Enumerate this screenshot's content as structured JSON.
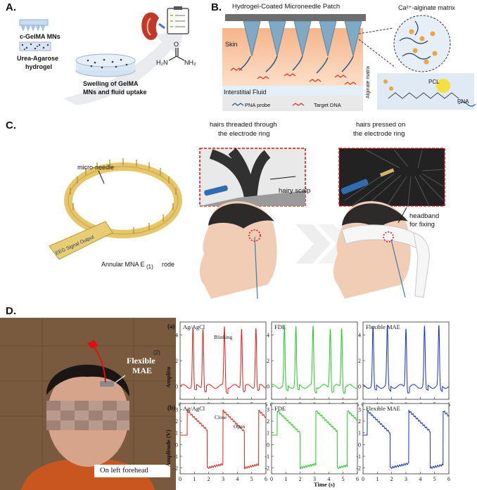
{
  "panelA": {
    "letter": "A.",
    "mn_label": "c-GelMA MNs",
    "hydrogel_label_1": "Urea-Agarose",
    "hydrogel_label_2": "hydrogel",
    "swelling_label_1": "Swelling of GelMA",
    "swelling_label_2": "MNs and fluid uptake",
    "urea_h2n": "H₂N",
    "urea_nh2": "NH₂",
    "urea_o": "O"
  },
  "panelB": {
    "letter": "B.",
    "title": "Hydrogel-Coated Microneedle Patch",
    "skin": "Skin",
    "interstitial": "Interstitial Fluid",
    "matrix_title": "Ca²⁺-alginate matrix",
    "alginate_matrix": "Alginate matrix",
    "pcl": "PCL",
    "pna": "PNA",
    "legend_probe": "PNA probe",
    "legend_target": "Target DNA"
  },
  "panelC": {
    "letter": "C.",
    "micro_needle": "micro-needle",
    "eeg_signal": "EEG Signal Output",
    "annular_left": "Annular MNA E",
    "annular_marker": "(1)",
    "annular_right": "rode",
    "threaded_1": "hairs threaded through",
    "threaded_2": "the electrode ring",
    "pressed_1": "hairs pressed on",
    "pressed_2": "the electrode ring",
    "hairy_scalp": "hairy scalp",
    "headband_1": "headband",
    "headband_2": "for fixing"
  },
  "panelD": {
    "letter": "D.",
    "flexible": "Flexible",
    "mae": "MAE",
    "marker2": "(2)",
    "on_forehead": "On left forehead",
    "row_a": "(a)",
    "row_b": "(b)",
    "ylabel": "Amplitude (V)",
    "ylabel_top": "Amplitu",
    "xlabel": "Time (s)",
    "titles": [
      "Ag/AgCl",
      "FDE",
      "Flexible MAE"
    ],
    "blinking": "Blinking",
    "close": "Close",
    "open": "Open",
    "colors": {
      "agagcl": "#e0201a",
      "fde": "#22cc22",
      "mae": "#1a2fc8"
    }
  },
  "chart_data": [
    {
      "type": "line",
      "title": "Ag/AgCl",
      "row": "a",
      "x": [
        0,
        1,
        2,
        3,
        4,
        5,
        6
      ],
      "series": [
        {
          "values": [
            0.1,
            4.8,
            0.1,
            4.6,
            0.1,
            4.8,
            4.2
          ]
        }
      ],
      "ylim": [
        -1,
        5
      ],
      "xlim": [
        0,
        6
      ],
      "xticks": [
        0,
        1,
        2,
        3,
        4,
        5,
        6
      ],
      "yticks": [
        0,
        2,
        4
      ]
    },
    {
      "type": "line",
      "title": "FDE",
      "row": "a",
      "xlim": [
        0,
        6
      ],
      "ylim": [
        -1,
        5
      ]
    },
    {
      "type": "line",
      "title": "Flexible MAE",
      "row": "a",
      "xlim": [
        0,
        6
      ],
      "ylim": [
        -1,
        5
      ]
    },
    {
      "type": "line",
      "title": "Ag/AgCl",
      "row": "b",
      "xlim": [
        0,
        6
      ],
      "ylim": [
        -2.5,
        3.5
      ],
      "xticks": [
        0,
        1,
        2,
        3,
        4,
        5,
        6
      ],
      "yticks": [
        -2,
        -1,
        0,
        1,
        2,
        3
      ]
    },
    {
      "type": "line",
      "title": "FDE",
      "row": "b",
      "xlim": [
        0,
        6
      ],
      "ylim": [
        -2.5,
        3.5
      ]
    },
    {
      "type": "line",
      "title": "Flexible MAE",
      "row": "b",
      "xlim": [
        0,
        6
      ],
      "ylim": [
        -2.5,
        3.5
      ]
    }
  ]
}
